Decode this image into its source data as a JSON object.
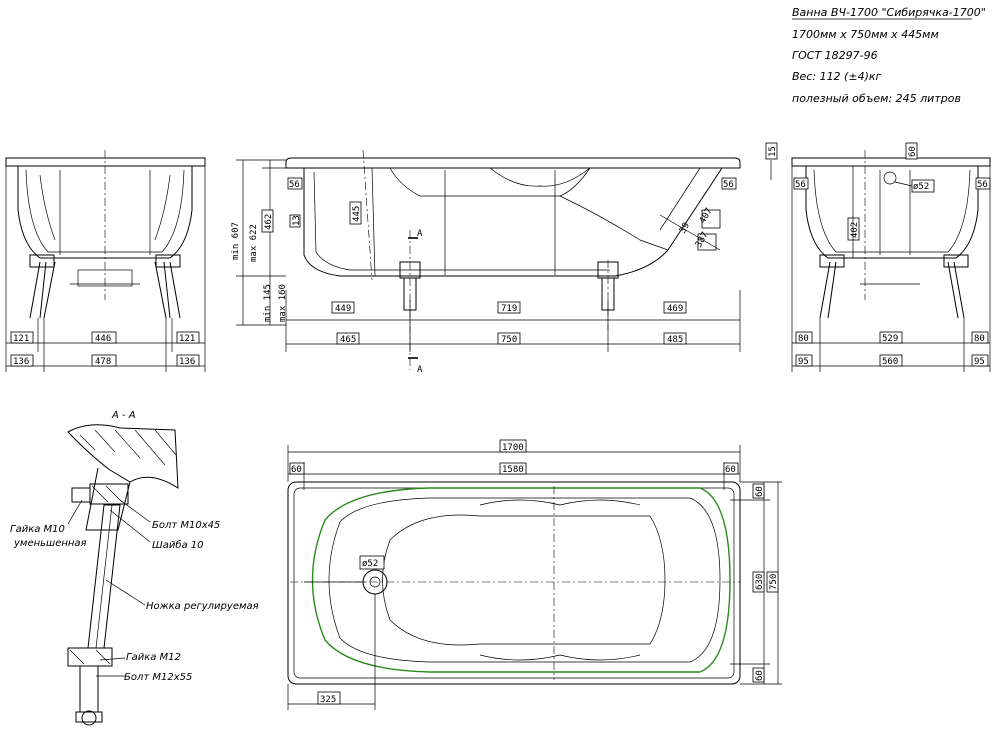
{
  "title_block": {
    "line1": "Ванна ВЧ-1700 \"Сибирячка-1700\"",
    "line2": "1700мм х 750мм х 445мм",
    "line3": "ГОСТ 18297-96",
    "line4": "Вес: 112 (±4)кг",
    "line5": "полезный объем: 245 литров"
  },
  "end_view_left": {
    "d_121a": "121",
    "d_446": "446",
    "d_121b": "121",
    "d_136a": "136",
    "d_478": "478",
    "d_136b": "136"
  },
  "side_view": {
    "d_56a": "56",
    "d_56b": "56",
    "d_445": "445",
    "d_607": "min 607",
    "d_622": "max 622",
    "d_462": "462",
    "d_145": "min 145",
    "d_160": "max 160",
    "d_449": "449",
    "d_719": "719",
    "d_469": "469",
    "d_465": "465",
    "d_750": "750",
    "d_485": "485",
    "sec_a_top": "A",
    "sec_a_bot": "A",
    "d_407": "407",
    "d_387": "387",
    "d_39": "39",
    "d_13": "13"
  },
  "end_view_right": {
    "d_15": "15",
    "d_60": "60",
    "d_56a": "56",
    "d_56b": "56",
    "d_phi52": "ø52",
    "d_402": "402",
    "d_80a": "80",
    "d_529": "529",
    "d_80b": "80",
    "d_95a": "95",
    "d_560": "560",
    "d_95b": "95"
  },
  "section": {
    "title": "A - A",
    "nut_m10_a": "Гайка М10",
    "nut_m10_b": "уменьшенная",
    "bolt_m10": "Болт М10х45",
    "washer": "Шайба 10",
    "leg": "Ножка регулируемая",
    "nut_m12": "Гайка М12",
    "bolt_m12": "Болт М12х55"
  },
  "plan_view": {
    "d_1700": "1700",
    "d_60a": "60",
    "d_1580": "1580",
    "d_60b": "60",
    "d_phi52": "ø52",
    "d_60c": "60",
    "d_630": "630",
    "d_750": "750",
    "d_60d": "60",
    "d_325": "325"
  }
}
